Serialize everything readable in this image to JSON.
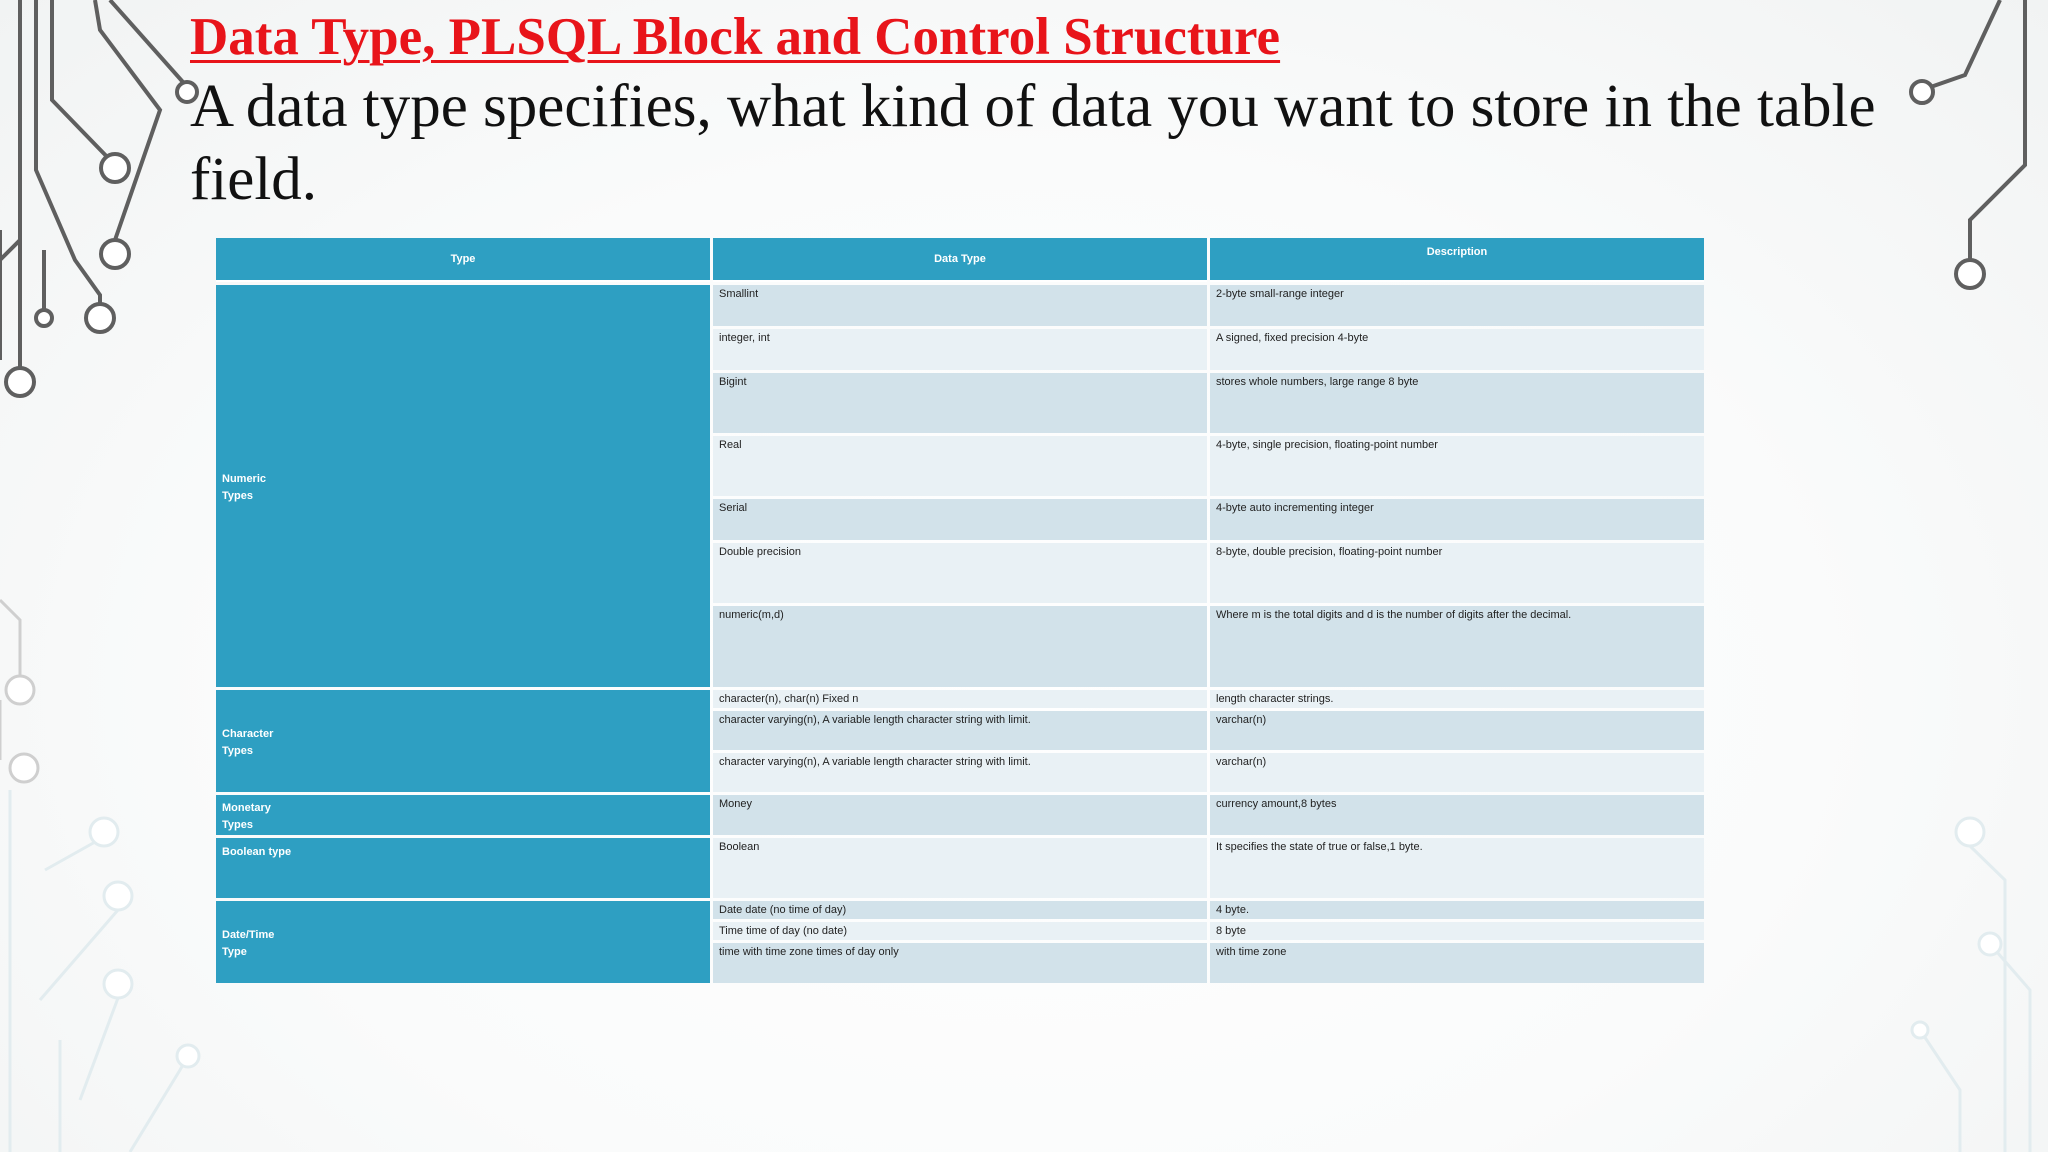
{
  "slide": {
    "title": "Data Type, PLSQL Block and Control Structure",
    "intro": "A data type specifies, what kind of data you want to store in the table field."
  },
  "table": {
    "headers": [
      "Type",
      "Data Type",
      "Description"
    ],
    "groups": [
      {
        "label": "Numeric Types",
        "rows": [
          {
            "data_type": "Smallint",
            "description": "2-byte small-range integer"
          },
          {
            "data_type": "integer, int",
            "description": "A signed, fixed precision 4-byte"
          },
          {
            "data_type": "Bigint",
            "description": "stores whole numbers, large range 8 byte"
          },
          {
            "data_type": "Real",
            "description": "4-byte, single precision, floating-point number"
          },
          {
            "data_type": "Serial",
            "description": "4-byte auto incrementing integer"
          },
          {
            "data_type": "Double precision",
            "description": "8-byte, double precision, floating-point number"
          },
          {
            "data_type": "numeric(m,d)",
            "description": "Where m is the total digits and d is the number of digits after the decimal."
          }
        ]
      },
      {
        "label": "Character Types",
        "rows": [
          {
            "data_type": "character(n), char(n) Fixed n",
            "description": "length character strings."
          },
          {
            "data_type": "character varying(n), A variable length character string with limit.",
            "description": "varchar(n)"
          },
          {
            "data_type": "character varying(n), A variable length character string with limit.",
            "description": "varchar(n)"
          }
        ]
      },
      {
        "label": "Monetary Types",
        "rows": [
          {
            "data_type": "Money",
            "description": "currency amount,8 bytes"
          }
        ]
      },
      {
        "label": "Boolean type",
        "rows": [
          {
            "data_type": "Boolean",
            "description": "It specifies the state of true or false,1 byte."
          }
        ]
      },
      {
        "label": "Date/Time Type",
        "rows": [
          {
            "data_type": "Date date (no time of day)",
            "description": "4 byte."
          },
          {
            "data_type": "Time time of day (no date)",
            "description": "8 byte"
          },
          {
            "data_type": "time with time zone times of day only",
            "description": "with time zone"
          }
        ]
      }
    ]
  }
}
